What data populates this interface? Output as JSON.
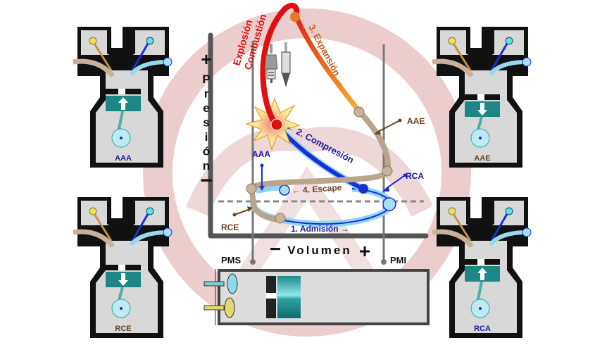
{
  "diagram": {
    "title": "Ciclo Otto de cuatro tiempos - Diagrama Presión/Volumen",
    "axes": {
      "y_label": "Presión",
      "y_plus": "+",
      "y_minus": "−",
      "x_label": "Volumen",
      "x_minus": "−",
      "x_plus": "+"
    },
    "stroke_labels": {
      "admision": "1. Admisión →",
      "compresion": "← 2. Compresión",
      "combustion_line1": "Explosión",
      "combustion_line2": "Combustión",
      "expansion": "3. Expansión →",
      "escape": "← 4. Escape"
    },
    "valve_events": {
      "aaa": "AAA",
      "rca": "RCA",
      "aae": "AAE",
      "rce": "RCE"
    },
    "dead_centers": {
      "pms": "PMS",
      "pmi": "PMI"
    },
    "engine_panels": [
      {
        "position": "top-left",
        "label": "AAA",
        "label_color": "#1a1aa6",
        "piston": "up"
      },
      {
        "position": "top-right",
        "label": "AAE",
        "label_color": "#6b4320",
        "piston": "down"
      },
      {
        "position": "bottom-left",
        "label": "RCE",
        "label_color": "#6b4320",
        "piston": "down"
      },
      {
        "position": "bottom-right",
        "label": "RCA",
        "label_color": "#1a1aa6",
        "piston": "up"
      }
    ],
    "colors": {
      "intake": "#1a2fd0",
      "intake_light": "#8fd4f5",
      "exhaust": "#b9a58c",
      "combustion": "#e01010",
      "expansion": "#f0a020",
      "brown_label": "#6b4320",
      "blue_label": "#1a1aa6",
      "watermark": "#e6c3c3",
      "axis": "#555555"
    }
  }
}
